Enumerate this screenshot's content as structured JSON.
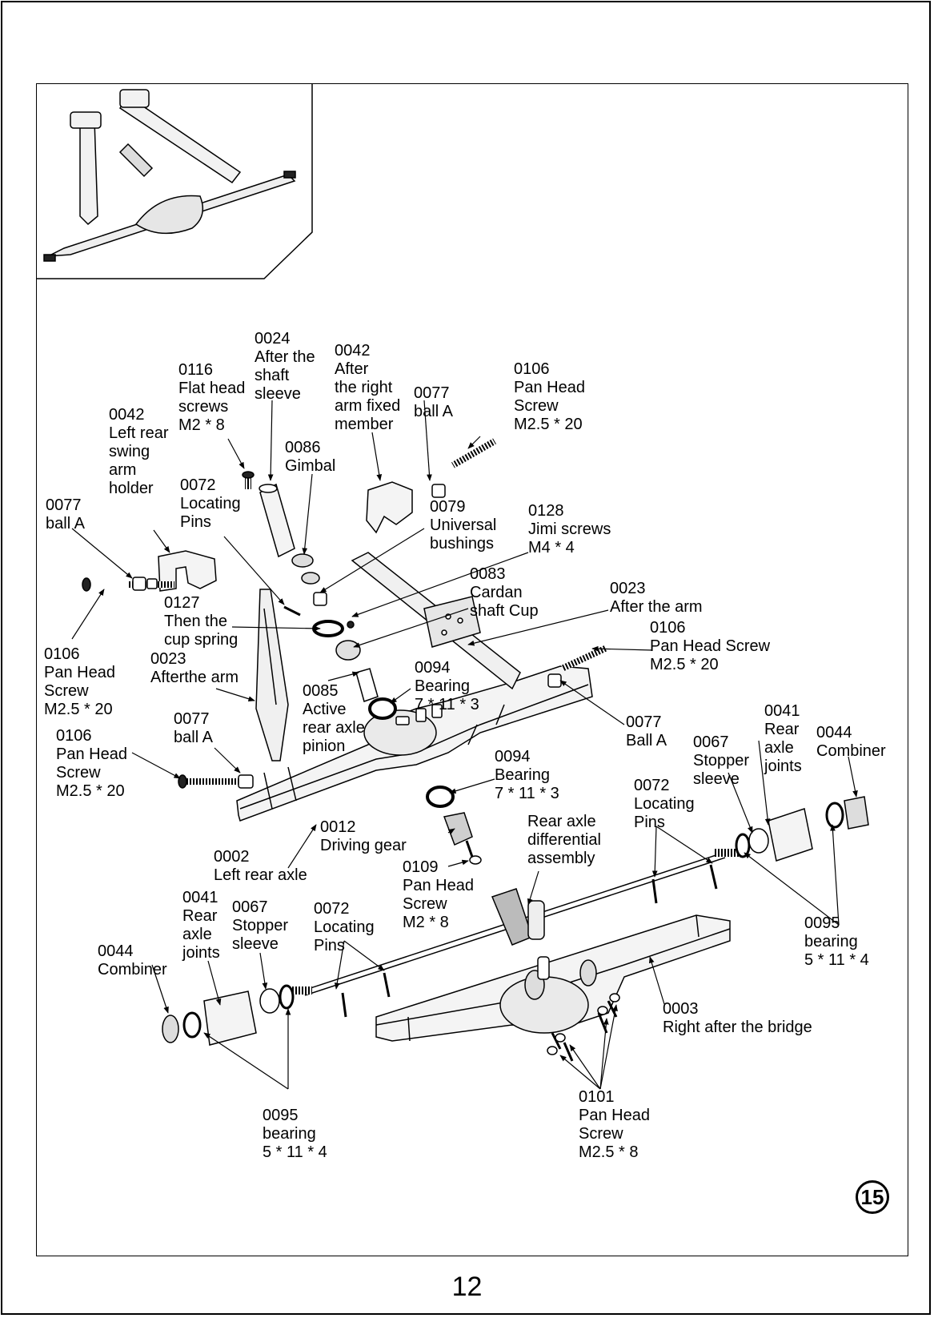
{
  "page": {
    "page_number": "12",
    "step_number": "15"
  },
  "callouts": [
    {
      "id": "c01",
      "text": "0024\nAfter the\nshaft\nsleeve"
    },
    {
      "id": "c02",
      "text": "0042\nAfter\nthe right\narm fixed\nmember"
    },
    {
      "id": "c03",
      "text": "0116\nFlat head\nscrews\nM2 * 8"
    },
    {
      "id": "c04",
      "text": "0106\nPan Head\nScrew\nM2.5 * 20"
    },
    {
      "id": "c05",
      "text": "0077\nball A"
    },
    {
      "id": "c06",
      "text": "0042\nLeft rear\nswing\narm\nholder"
    },
    {
      "id": "c07",
      "text": "0086\nGimbal"
    },
    {
      "id": "c08",
      "text": "0072\nLocating\nPins"
    },
    {
      "id": "c09",
      "text": "0077\nball A"
    },
    {
      "id": "c10",
      "text": "0079\nUniversal\nbushings"
    },
    {
      "id": "c11",
      "text": "0128\nJimi screws\nM4 * 4"
    },
    {
      "id": "c12",
      "text": "0083\nCardan\nshaft Cup"
    },
    {
      "id": "c13",
      "text": "0127\nThen the\ncup spring"
    },
    {
      "id": "c14",
      "text": "0023\nAfter the arm"
    },
    {
      "id": "c15",
      "text": "0106\nPan Head Screw\nM2.5 * 20"
    },
    {
      "id": "c16",
      "text": "0106\nPan Head\nScrew\nM2.5 * 20"
    },
    {
      "id": "c17",
      "text": "0023\nAfterthe arm"
    },
    {
      "id": "c18",
      "text": "0094\nBearing\n7 * 11 * 3"
    },
    {
      "id": "c19",
      "text": "0085\nActive\nrear axle\npinion"
    },
    {
      "id": "c20",
      "text": "0077\nball A"
    },
    {
      "id": "c21",
      "text": "0041\nRear\naxle\njoints"
    },
    {
      "id": "c22",
      "text": "0044\nCombiner"
    },
    {
      "id": "c23",
      "text": "0077\nBall A"
    },
    {
      "id": "c24",
      "text": "0067\nStopper\nsleeve"
    },
    {
      "id": "c25",
      "text": "0106\nPan Head\nScrew\nM2.5 * 20"
    },
    {
      "id": "c26",
      "text": "0094\nBearing\n7 * 11 * 3"
    },
    {
      "id": "c27",
      "text": "0072\nLocating\nPins"
    },
    {
      "id": "c28",
      "text": "0012\nDriving gear"
    },
    {
      "id": "c29",
      "text": "Rear axle\ndifferential\nassembly"
    },
    {
      "id": "c30",
      "text": "0002\nLeft rear axle"
    },
    {
      "id": "c31",
      "text": "0109\nPan Head\nScrew\nM2 * 8"
    },
    {
      "id": "c32",
      "text": "0041\nRear\naxle\njoints"
    },
    {
      "id": "c33",
      "text": "0067\nStopper\nsleeve"
    },
    {
      "id": "c34",
      "text": "0072\nLocating\nPins"
    },
    {
      "id": "c35",
      "text": "0095\nbearing\n5 * 11 * 4"
    },
    {
      "id": "c36",
      "text": "0044\nCombiner"
    },
    {
      "id": "c37",
      "text": "0003\nRight after the bridge"
    },
    {
      "id": "c38",
      "text": "0095\nbearing\n5 * 11 * 4"
    },
    {
      "id": "c39",
      "text": "0101\nPan Head\nScrew\nM2.5 * 8"
    }
  ]
}
